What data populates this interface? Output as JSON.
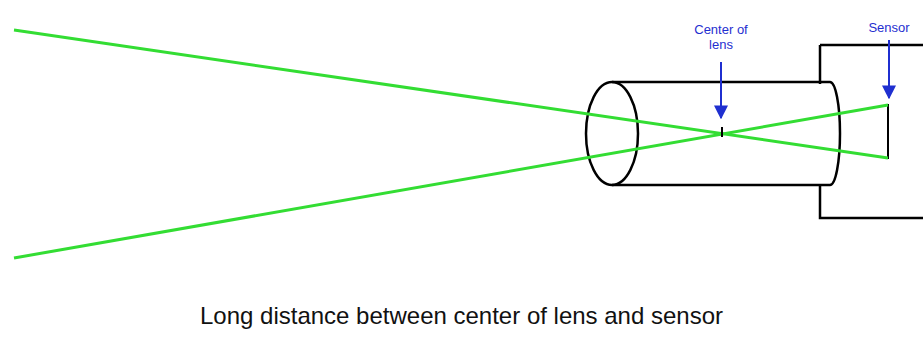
{
  "diagram": {
    "caption": "Long distance between center of lens and sensor",
    "labels": [
      "Center of lens",
      "Sensor"
    ]
  }
}
